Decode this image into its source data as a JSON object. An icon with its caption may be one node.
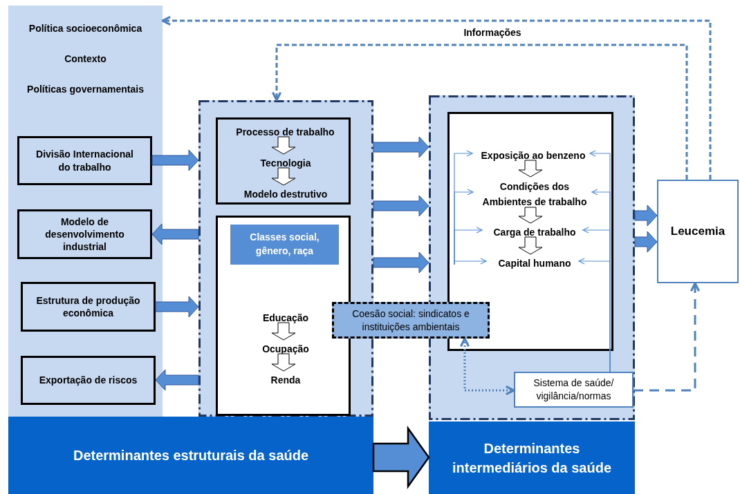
{
  "diagram": {
    "nodes": [
      {
        "text": [
          "Política socioeconômica",
          "Contexto",
          "Políticas governamentais"
        ]
      },
      {
        "text": [
          "Divisão Internacional do trabalho"
        ],
        "in": 0
      },
      {
        "text": [
          "Modelo de desenvolvimento industrial"
        ],
        "in": 0
      },
      {
        "text": [
          "Estrutura de produção econômica"
        ],
        "in": 0
      },
      {
        "text": [
          "Exportação de riscos"
        ],
        "in": 0
      },
      {
        "text": [],
        "shape": "box"
      },
      {
        "text": [],
        "shape": "box",
        "in": 5
      },
      {
        "text": [
          "Processo de trabalho"
        ],
        "in": 6
      },
      {
        "text": [
          "Tecnologia"
        ],
        "in": 6
      },
      {
        "text": [
          "Modelo destrutivo"
        ],
        "in": 6
      },
      {
        "text": [],
        "shape": "box",
        "in": 5
      },
      {
        "text": [
          "Classes social, gênero, raça"
        ],
        "in": 10
      },
      {
        "text": [
          "Educação"
        ],
        "in": 10
      },
      {
        "text": [
          "Ocupação"
        ],
        "in": 10
      },
      {
        "text": [
          "Renda"
        ],
        "in": 10
      },
      {
        "text": [],
        "shape": "box"
      },
      {
        "text": [],
        "shape": "box",
        "in": 15
      },
      {
        "text": [
          "Exposição ao benzeno"
        ],
        "in": 16
      },
      {
        "text": [
          "Condições dos Ambientes de trabalho"
        ],
        "in": 16
      },
      {
        "text": [
          "Carga de trabalho"
        ],
        "in": 16
      },
      {
        "text": [
          "Capital humano"
        ],
        "in": 16
      },
      {
        "text": [
          "Coesão social: sindicatos e instituições ambientais"
        ]
      },
      {
        "text": [
          "Sistema de saúde/ vigilância/normas"
        ],
        "in": 15
      },
      {
        "text": [
          "Leucemia"
        ]
      },
      {
        "text": [
          "Determinantes estruturais da saúde"
        ]
      },
      {
        "text": [
          "Determinantes intermediários da saúde"
        ]
      }
    ],
    "edges": [
      {
        "from": 1,
        "to": 5,
        "arrow": "to",
        "style": "thick"
      },
      {
        "from": 5,
        "to": 2,
        "arrow": "to",
        "style": "thick"
      },
      {
        "from": 3,
        "to": 5,
        "arrow": "to",
        "style": "thick"
      },
      {
        "from": 5,
        "to": 4,
        "arrow": "to",
        "style": "thick"
      },
      {
        "from": 5,
        "to": 15,
        "arrow": "to",
        "style": "thick"
      },
      {
        "from": 5,
        "to": 15,
        "arrow": "to",
        "style": "thick"
      },
      {
        "from": 5,
        "to": 15,
        "arrow": "to",
        "style": "thick"
      },
      {
        "from": 15,
        "to": 23,
        "arrow": "to",
        "style": "thick"
      },
      {
        "from": 15,
        "to": 23,
        "arrow": "to",
        "style": "thick"
      },
      {
        "from": 24,
        "to": 25,
        "arrow": "to",
        "style": "thick"
      },
      {
        "from": 7,
        "to": 8,
        "arrow": "to"
      },
      {
        "from": 8,
        "to": 9,
        "arrow": "to"
      },
      {
        "from": 12,
        "to": 13,
        "arrow": "to"
      },
      {
        "from": 13,
        "to": 14,
        "arrow": "to"
      },
      {
        "from": 17,
        "to": 18,
        "arrow": "to"
      },
      {
        "from": 18,
        "to": 19,
        "arrow": "to"
      },
      {
        "from": 19,
        "to": 20,
        "arrow": "to"
      },
      {
        "from": 23,
        "to": 0,
        "arrow": "to",
        "style": "dashed"
      },
      {
        "from": 23,
        "to": 5,
        "arrow": "to",
        "style": "dashed",
        "label": "Informações"
      },
      {
        "from": 22,
        "to": 23,
        "arrow": "to",
        "style": "dashed"
      },
      {
        "from": 21,
        "to": 22,
        "arrow": "both",
        "style": "dashed"
      },
      {
        "from": null,
        "to": 17,
        "arrow": "to",
        "color": "#558ed5"
      },
      {
        "from": null,
        "to": 18,
        "arrow": "to",
        "color": "#558ed5"
      },
      {
        "from": null,
        "to": 19,
        "arrow": "to",
        "color": "#558ed5"
      },
      {
        "from": null,
        "to": 20,
        "arrow": "to",
        "color": "#558ed5"
      },
      {
        "from": 22,
        "to": 17,
        "arrow": "to",
        "color": "#558ed5"
      },
      {
        "from": 22,
        "to": 18,
        "arrow": "to",
        "color": "#558ed5"
      },
      {
        "from": 22,
        "to": 19,
        "arrow": "to",
        "color": "#558ed5"
      },
      {
        "from": 22,
        "to": 20,
        "arrow": "to",
        "color": "#558ed5"
      }
    ]
  }
}
